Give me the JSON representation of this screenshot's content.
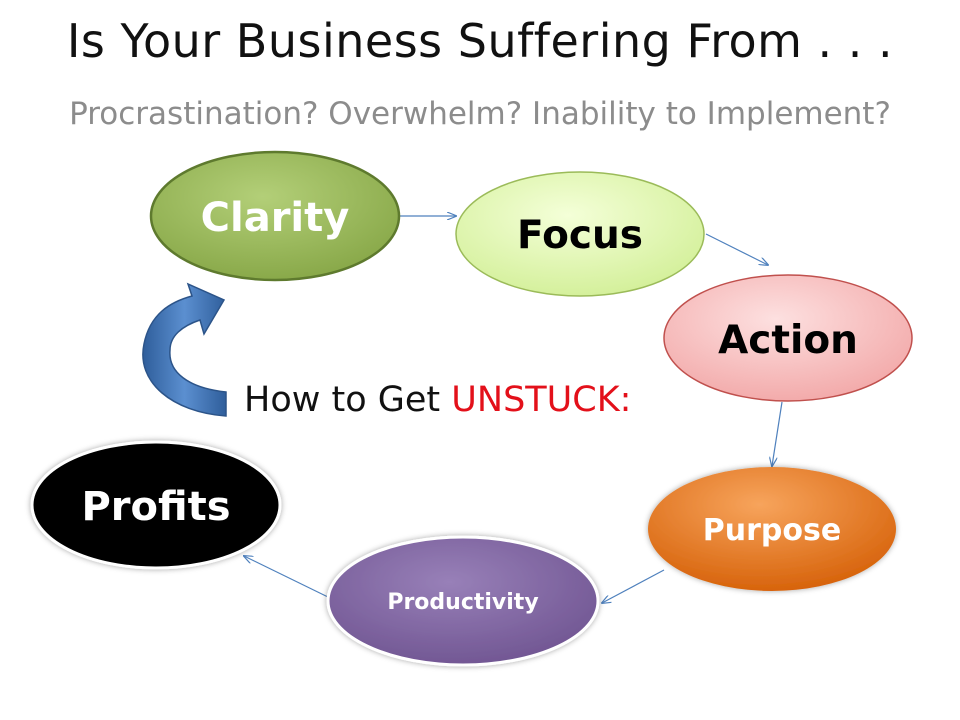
{
  "slide": {
    "title": "Is Your Business Suffering From . . .",
    "subtitle": "Procrastination? Overwhelm? Inability to Implement?",
    "center_text": "How to Get",
    "center_accent": "UNSTUCK:"
  },
  "nodes": [
    {
      "id": "clarity",
      "label": "Clarity",
      "fill": "#9bbb59",
      "text_color": "#ffffff"
    },
    {
      "id": "focus",
      "label": "Focus",
      "fill": "#e4f8b8",
      "text_color": "#000000"
    },
    {
      "id": "action",
      "label": "Action",
      "fill": "#f8c4c4",
      "text_color": "#000000"
    },
    {
      "id": "purpose",
      "label": "Purpose",
      "fill": "#e46c0a",
      "text_color": "#ffffff"
    },
    {
      "id": "productivity",
      "label": "Productivity",
      "fill": "#8064a2",
      "text_color": "#ffffff"
    },
    {
      "id": "profits",
      "label": "Profits",
      "fill": "#000000",
      "text_color": "#ffffff"
    }
  ],
  "colors": {
    "connector": "#4f81bd",
    "curved_arrow": "#4f81bd",
    "accent": "#e3101a"
  }
}
